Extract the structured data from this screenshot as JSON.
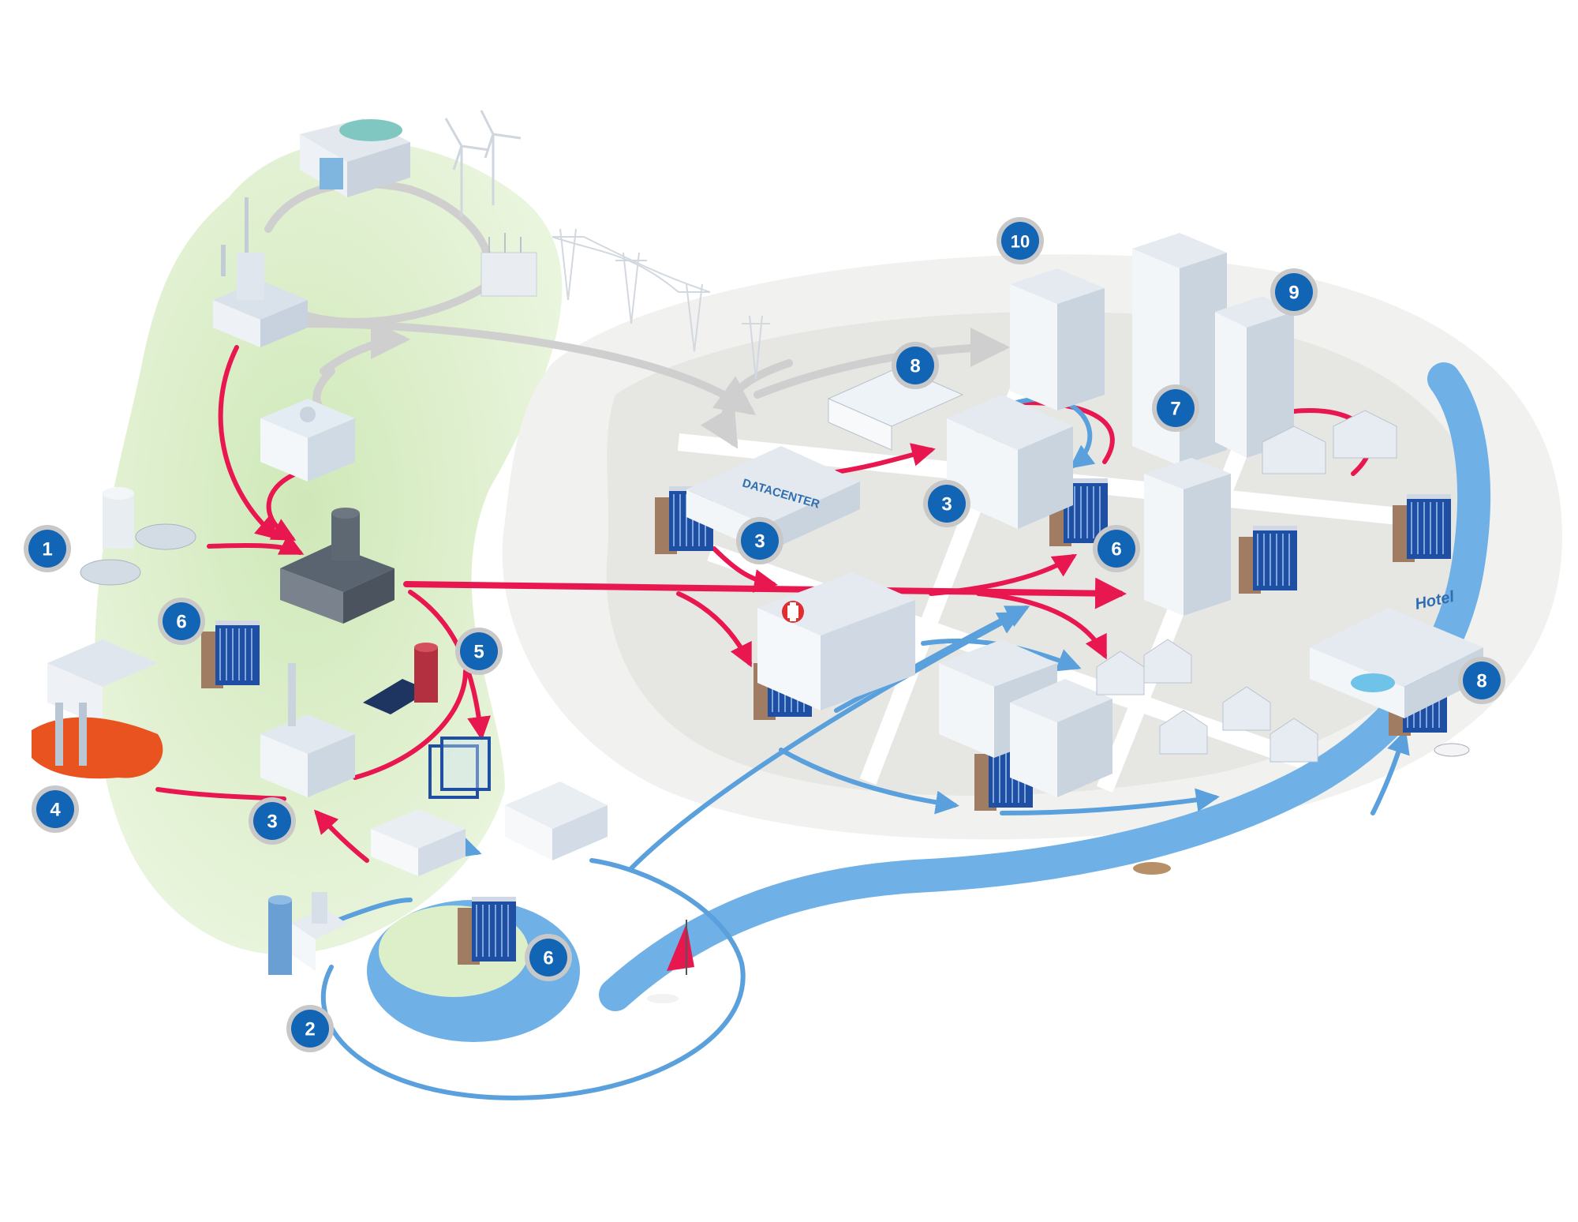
{
  "badges": {
    "b1": "1",
    "b2": "2",
    "b3_factory": "3",
    "b3_datacenter": "3",
    "b3_office": "3",
    "b4": "4",
    "b5": "5",
    "b6_left": "6",
    "b6_pond": "6",
    "b6_city": "6",
    "b7": "7",
    "b8_greenhouse": "8",
    "b8_hotel": "8",
    "b9": "9",
    "b10": "10"
  },
  "signs": {
    "datacenter": "DATACENTER",
    "hotel": "Hotel"
  },
  "colors": {
    "heat_flow": "#e8174f",
    "cooling_flow": "#5aa0dc",
    "power_flow": "#cfcfcf",
    "badge_fill": "#1265b4",
    "badge_ring": "#c8c8c8",
    "region_green": "#dcefc8",
    "water": "#6fb0e6",
    "plate_exchanger": "#1f4fa3"
  },
  "icons": {
    "heat_exchanger": "plate-heat-exchanger-icon",
    "wind_turbine": "wind-turbine-icon",
    "pylon": "power-pylon-icon",
    "sailboat": "sailboat-icon",
    "boat": "boat-icon",
    "hospital_cross": "red-cross-icon"
  }
}
